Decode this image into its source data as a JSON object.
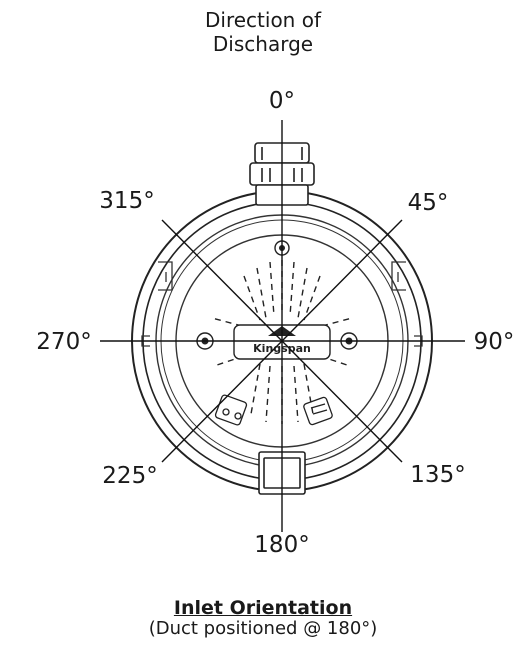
{
  "header": {
    "line1": "Direction of",
    "line2": "Discharge"
  },
  "angles": {
    "a0": "0°",
    "a45": "45°",
    "a90": "90°",
    "a135": "135°",
    "a180": "180°",
    "a225": "225°",
    "a270": "270°",
    "a315": "315°"
  },
  "logo_text": "Kingspan",
  "footer": {
    "title": "Inlet Orientation",
    "subtitle": "(Duct positioned @ 180°)"
  }
}
